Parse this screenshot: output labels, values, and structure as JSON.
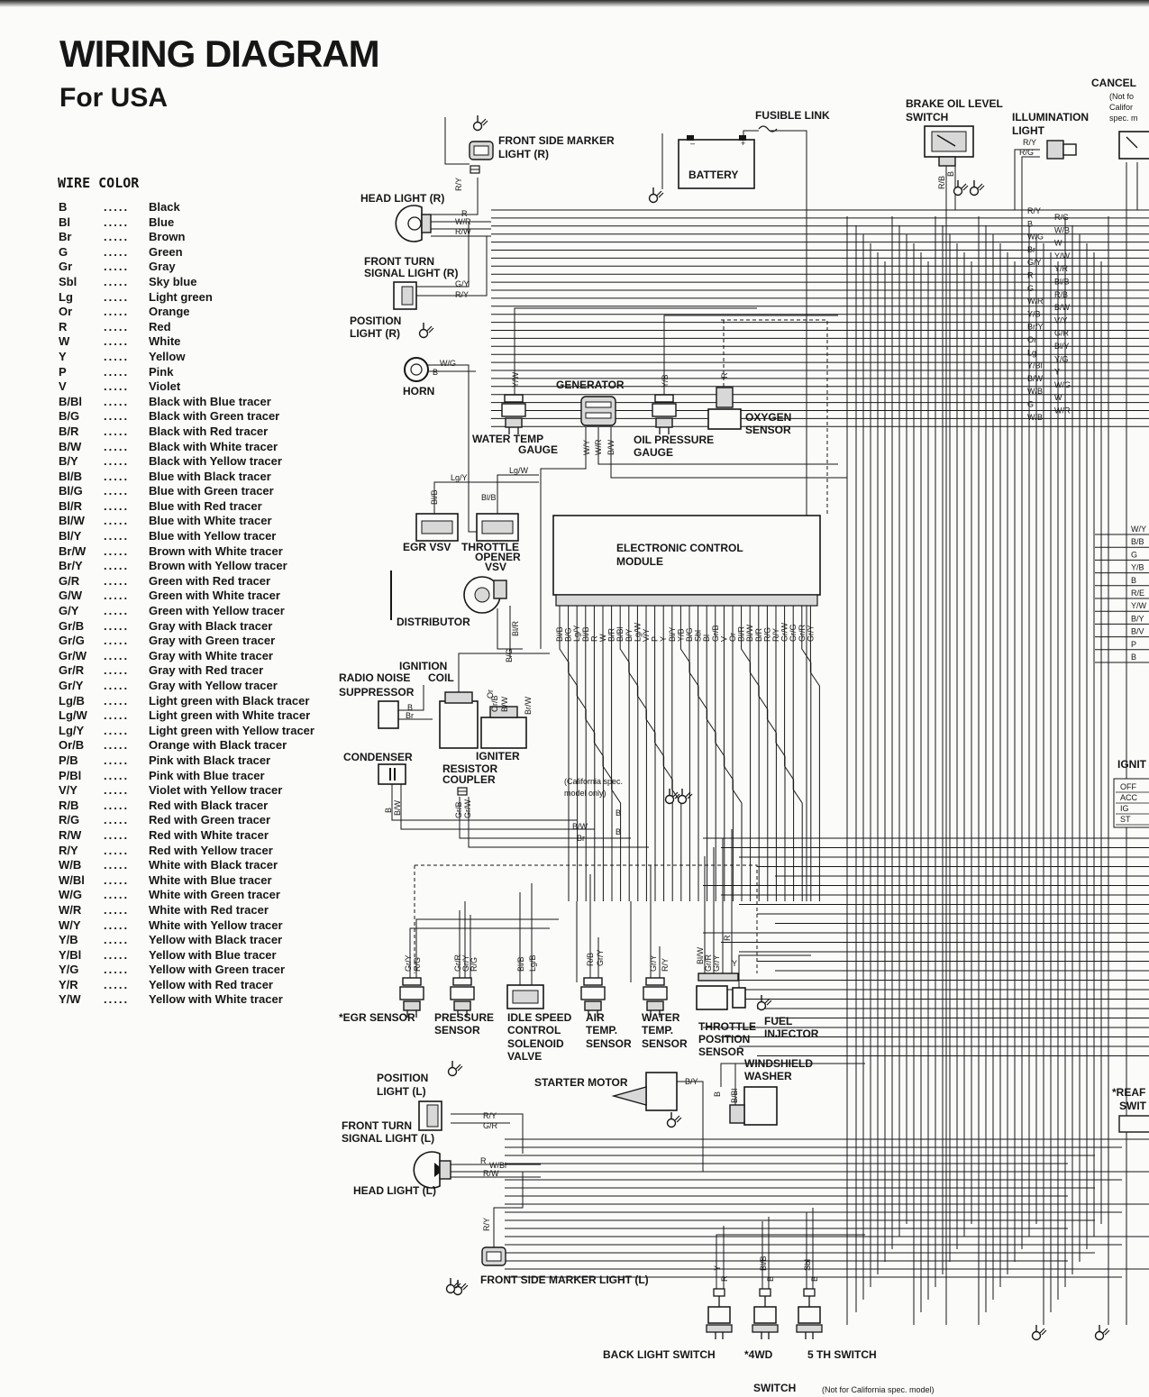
{
  "header": {
    "title": "WIRING DIAGRAM",
    "subtitle": "For USA"
  },
  "legend": {
    "heading": "WIRE COLOR",
    "dots": ".....",
    "items": [
      {
        "code": "B",
        "name": "Black"
      },
      {
        "code": "Bl",
        "name": "Blue"
      },
      {
        "code": "Br",
        "name": "Brown"
      },
      {
        "code": "G",
        "name": "Green"
      },
      {
        "code": "Gr",
        "name": "Gray"
      },
      {
        "code": "Sbl",
        "name": "Sky blue"
      },
      {
        "code": "Lg",
        "name": "Light green"
      },
      {
        "code": "Or",
        "name": "Orange"
      },
      {
        "code": "R",
        "name": "Red"
      },
      {
        "code": "W",
        "name": "White"
      },
      {
        "code": "Y",
        "name": "Yellow"
      },
      {
        "code": "P",
        "name": "Pink"
      },
      {
        "code": "V",
        "name": "Violet"
      },
      {
        "code": "B/Bl",
        "name": "Black with Blue tracer"
      },
      {
        "code": "B/G",
        "name": "Black with Green tracer"
      },
      {
        "code": "B/R",
        "name": "Black with Red tracer"
      },
      {
        "code": "B/W",
        "name": "Black with White tracer"
      },
      {
        "code": "B/Y",
        "name": "Black with Yellow tracer"
      },
      {
        "code": "Bl/B",
        "name": "Blue with Black tracer"
      },
      {
        "code": "Bl/G",
        "name": "Blue with Green tracer"
      },
      {
        "code": "Bl/R",
        "name": "Blue with Red tracer"
      },
      {
        "code": "Bl/W",
        "name": "Blue with White tracer"
      },
      {
        "code": "Bl/Y",
        "name": "Blue with Yellow tracer"
      },
      {
        "code": "Br/W",
        "name": "Brown with White tracer"
      },
      {
        "code": "Br/Y",
        "name": "Brown with Yellow tracer"
      },
      {
        "code": "G/R",
        "name": "Green with Red tracer"
      },
      {
        "code": "G/W",
        "name": "Green with White tracer"
      },
      {
        "code": "G/Y",
        "name": "Green with Yellow tracer"
      },
      {
        "code": "Gr/B",
        "name": "Gray with Black tracer"
      },
      {
        "code": "Gr/G",
        "name": "Gray with Green tracer"
      },
      {
        "code": "Gr/W",
        "name": "Gray with White tracer"
      },
      {
        "code": "Gr/R",
        "name": "Gray with Red tracer"
      },
      {
        "code": "Gr/Y",
        "name": "Gray with Yellow tracer"
      },
      {
        "code": "Lg/B",
        "name": "Light green with Black tracer"
      },
      {
        "code": "Lg/W",
        "name": "Light green with White tracer"
      },
      {
        "code": "Lg/Y",
        "name": "Light green with Yellow tracer"
      },
      {
        "code": "Or/B",
        "name": "Orange with Black tracer"
      },
      {
        "code": "P/B",
        "name": "Pink with Black tracer"
      },
      {
        "code": "P/Bl",
        "name": "Pink with Blue tracer"
      },
      {
        "code": "V/Y",
        "name": "Violet with Yellow tracer"
      },
      {
        "code": "R/B",
        "name": "Red with Black tracer"
      },
      {
        "code": "R/G",
        "name": "Red with Green tracer"
      },
      {
        "code": "R/W",
        "name": "Red with White tracer"
      },
      {
        "code": "R/Y",
        "name": "Red with Yellow tracer"
      },
      {
        "code": "W/B",
        "name": "White with Black tracer"
      },
      {
        "code": "W/Bl",
        "name": "White with Blue tracer"
      },
      {
        "code": "W/G",
        "name": "White with Green tracer"
      },
      {
        "code": "W/R",
        "name": "White with Red tracer"
      },
      {
        "code": "W/Y",
        "name": "White with Yellow tracer"
      },
      {
        "code": "Y/B",
        "name": "Yellow with Black tracer"
      },
      {
        "code": "Y/Bl",
        "name": "Yellow with Blue tracer"
      },
      {
        "code": "Y/G",
        "name": "Yellow with Green tracer"
      },
      {
        "code": "Y/R",
        "name": "Yellow with Red tracer"
      },
      {
        "code": "Y/W",
        "name": "Yellow with White tracer"
      }
    ]
  },
  "components": {
    "front_side_marker_r": "FRONT SIDE MARKER",
    "front_side_marker_r2": "LIGHT (R)",
    "fusible_link": "FUSIBLE LINK",
    "battery": "BATTERY",
    "brake_oil_1": "BRAKE OIL LEVEL",
    "brake_oil_2": "SWITCH",
    "illumination_1": "ILLUMINATION",
    "illumination_2": "LIGHT",
    "cancel": "CANCEL",
    "cancel_note_1": "(Not fo",
    "cancel_note_2": "Califor",
    "cancel_note_3": "spec. m",
    "head_light_r": "HEAD LIGHT (R)",
    "front_turn_r_1": "FRONT TURN",
    "front_turn_r_2": "SIGNAL LIGHT (R)",
    "position_r_1": "POSITION",
    "position_r_2": "LIGHT (R)",
    "horn": "HORN",
    "generator": "GENERATOR",
    "water_temp_gauge_1": "WATER TEMP",
    "water_temp_gauge_2": "GAUGE",
    "oil_pressure_1": "OIL PRESSURE",
    "oil_pressure_2": "GAUGE",
    "oxygen_1": "OXYGEN",
    "oxygen_2": "SENSOR",
    "ecm_1": "ELECTRONIC CONTROL",
    "ecm_2": "MODULE",
    "egr_vsv": "EGR VSV",
    "throttle_opener_1": "THROTTLE",
    "throttle_opener_2": "OPENER",
    "throttle_opener_3": "VSV",
    "distributor": "DISTRIBUTOR",
    "ignition_coil_1": "IGNITION",
    "ignition_coil_2": "COIL",
    "radio_noise_1": "RADIO NOISE",
    "radio_noise_2": "SUPPRESSOR",
    "condenser": "CONDENSER",
    "igniter": "IGNITER",
    "resistor_1": "RESISTOR",
    "resistor_2": "COUPLER",
    "california_1": "(California spec.",
    "california_2": "model only)",
    "egr_sensor": "*EGR SENSOR",
    "pressure_1": "PRESSURE",
    "pressure_2": "SENSOR",
    "idle_1": "IDLE SPEED",
    "idle_2": "CONTROL",
    "idle_3": "SOLENOID",
    "idle_4": "VALVE",
    "air_temp_1": "AIR",
    "air_temp_2": "TEMP.",
    "air_temp_3": "SENSOR",
    "water_temp_s_1": "WATER",
    "water_temp_s_2": "TEMP.",
    "water_temp_s_3": "SENSOR",
    "throttle_pos_1": "THROTTLE",
    "throttle_pos_2": "POSITION",
    "throttle_pos_3": "SENSOR",
    "fuel_1": "FUEL",
    "fuel_2": "INJECTOR",
    "starter": "STARTER MOTOR",
    "windshield_1": "WINDSHIELD",
    "windshield_2": "WASHER",
    "position_l_1": "POSITION",
    "position_l_2": "LIGHT (L)",
    "front_turn_l_1": "FRONT TURN",
    "front_turn_l_2": "SIGNAL LIGHT (L)",
    "head_light_l": "HEAD LIGHT (L)",
    "front_side_marker_l": "FRONT SIDE MARKER LIGHT (L)",
    "back_light": "BACK LIGHT SWITCH",
    "fourwd_1": "*4WD",
    "fourwd_2": "SWITCH",
    "fifth_1": "5 TH SWITCH",
    "fifth_2": "(Not for California spec. model)",
    "ignition_sw": "IGNIT",
    "rear_sw_1": "*REAF",
    "rear_sw_2": "SWIT",
    "ign_positions": [
      "OFF",
      "ACC",
      "IG",
      "ST"
    ]
  },
  "wire_labels": {
    "right_bundle_left": [
      "R/Y",
      "B",
      "W/G",
      "Br",
      "G/Y",
      "R",
      "G",
      "W/R",
      "Y/B",
      "Br/Y",
      "Or",
      "Lg",
      "Y/Bl",
      "B/W",
      "W/B",
      "G",
      "W/Bl"
    ],
    "right_bundle_right": [
      "R/G",
      "W/B",
      "W",
      "Y/W",
      "Y/R",
      "Bl/B",
      "R/B",
      "B/W",
      "V/Y",
      "G/R",
      "Bl/Y",
      "Y/G",
      "Y",
      "W/G",
      "W",
      "W/R"
    ],
    "edge_right": [
      "W/Y",
      "B/B",
      "G",
      "Y/B",
      "B",
      "R/E",
      "Y/W",
      "B/Y",
      "B/V",
      "P",
      "B"
    ],
    "ecm_pins": [
      "Bl/B",
      "B/G",
      "Lg/Y",
      "Bl/B",
      "R",
      "W",
      "B/R",
      "B/Bl",
      "B/Y",
      "Lg/W",
      "V/Y",
      "P",
      "Y",
      "Bl/Y",
      "Y/B",
      "B/G",
      "Sbl",
      "Bl",
      "Gr/B",
      "V",
      "Or",
      "Bl/R",
      "Bl/W",
      "B/R",
      "R/G",
      "R/Y",
      "Gr/W",
      "Gr/G",
      "Gr/R",
      "Gr/Y"
    ],
    "head_r": [
      "R",
      "W/R",
      "R/W"
    ],
    "turn_r": [
      "G/Y",
      "R/Y"
    ],
    "horn": [
      "W/G",
      "B"
    ],
    "marker_r": "R/Y",
    "ry_rg": [
      "R/Y",
      "R/G"
    ],
    "brake": [
      "R/B",
      "B"
    ],
    "water_gauge": "Y/W",
    "oil_gauge": "Y/B",
    "oxygen": "R",
    "generator": [
      "W/Y",
      "W/R",
      "B/W"
    ],
    "egr_vsv": [
      "Lg/Y",
      "Bl/B"
    ],
    "throttle_vsv": [
      "Lg/W",
      "Bl/B"
    ],
    "dist": [
      "B/G",
      "Bl/R"
    ],
    "coil": [
      "Or",
      "Or/B",
      "B/W",
      "Br/W"
    ],
    "radio": [
      "B",
      "Br"
    ],
    "condenser": [
      "B",
      "B/W"
    ],
    "coupler": [
      "Gr/B",
      "Gr/W"
    ],
    "bw_b": [
      "B/W",
      "B",
      "Br",
      "B"
    ],
    "egr_sensor": [
      "Gr/Y",
      "R/G"
    ],
    "pressure": [
      "Gr/R",
      "Gr/Y",
      "R/G"
    ],
    "idle": [
      "Bl/B",
      "Lg/B"
    ],
    "air": [
      "R/B",
      "Gr/Y"
    ],
    "water_s": [
      "Gr/Y",
      "R/Y"
    ],
    "throttle_pos": [
      "Bl/W",
      "Gr/R",
      "Gr/Y",
      "R",
      "Y"
    ],
    "starter": "B/Y",
    "washer": [
      "B",
      "B/Bl"
    ],
    "turn_l": [
      "R/Y",
      "G/R"
    ],
    "head_l": [
      "R",
      "W/Bl",
      "R/W"
    ],
    "marker_l": "R/Y",
    "back": [
      "Y",
      "R"
    ],
    "fourwd": [
      "Bl/B",
      "B"
    ],
    "fifth": [
      "Sbl",
      "B"
    ]
  },
  "icons": {
    "ground": "ground-icon",
    "connector": "connector-icon",
    "bulb": "bulb-icon"
  }
}
